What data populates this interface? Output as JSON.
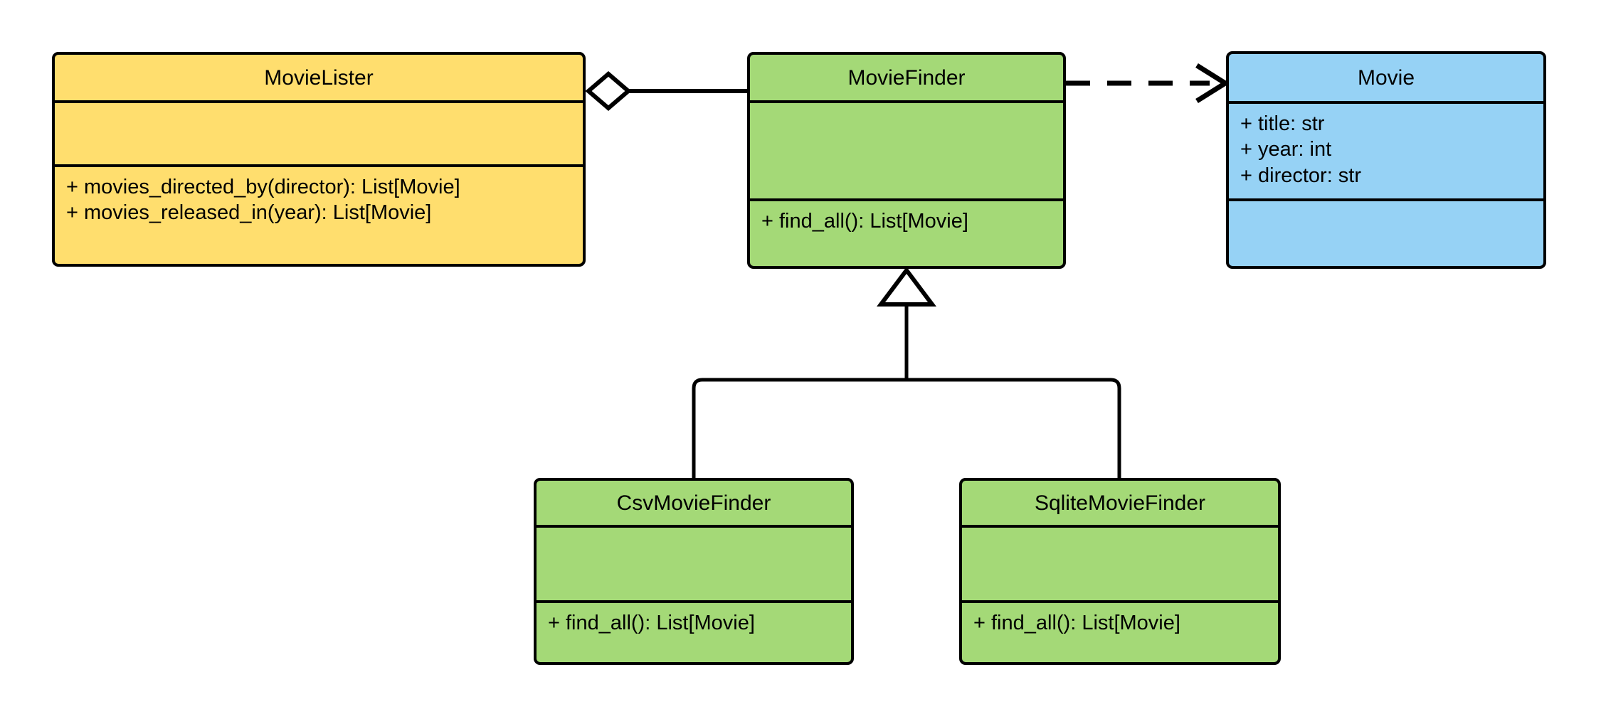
{
  "diagram": {
    "type": "uml-class-diagram",
    "background": "#ffffff",
    "palette": {
      "yellow": "#ffde6e",
      "green": "#a4d977",
      "blue": "#96d2f5",
      "stroke": "#000000"
    }
  },
  "classes": [
    {
      "id": "movie-lister",
      "name": "MovieLister",
      "color": "yellow",
      "attributes": [],
      "operations": [
        "+ movies_directed_by(director): List[Movie]",
        "+ movies_released_in(year): List[Movie]"
      ]
    },
    {
      "id": "movie-finder",
      "name": "MovieFinder",
      "color": "green",
      "attributes": [],
      "operations": [
        "+ find_all(): List[Movie]"
      ]
    },
    {
      "id": "movie",
      "name": "Movie",
      "color": "blue",
      "attributes": [
        "+ title: str",
        "+ year: int",
        "+ director: str"
      ],
      "operations": []
    },
    {
      "id": "csv-movie-finder",
      "name": "CsvMovieFinder",
      "color": "green",
      "attributes": [],
      "operations": [
        "+ find_all(): List[Movie]"
      ]
    },
    {
      "id": "sqlite-movie-finder",
      "name": "SqliteMovieFinder",
      "color": "green",
      "attributes": [],
      "operations": [
        "+ find_all(): List[Movie]"
      ]
    }
  ],
  "relationships": [
    {
      "id": "aggregation-lister-finder",
      "kind": "aggregation",
      "marker": "hollow-diamond",
      "line": "solid",
      "from": "MovieLister",
      "to": "MovieFinder"
    },
    {
      "id": "dependency-finder-movie",
      "kind": "dependency",
      "marker": "open-arrow",
      "line": "dashed",
      "from": "MovieFinder",
      "to": "Movie"
    },
    {
      "id": "inheritance-csv-finder",
      "kind": "generalization",
      "marker": "hollow-triangle",
      "line": "solid",
      "from": "CsvMovieFinder",
      "to": "MovieFinder"
    },
    {
      "id": "inheritance-sqlite-finder",
      "kind": "generalization",
      "marker": "hollow-triangle",
      "line": "solid",
      "from": "SqliteMovieFinder",
      "to": "MovieFinder"
    }
  ]
}
